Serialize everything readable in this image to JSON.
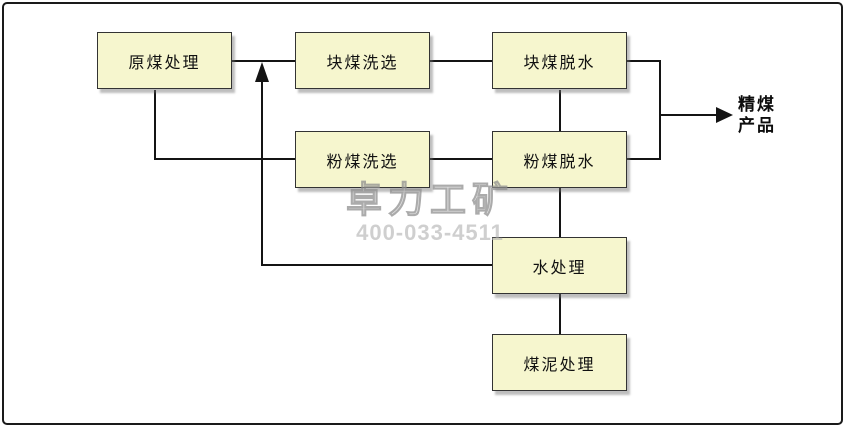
{
  "diagram": {
    "type": "flowchart",
    "nodes": {
      "raw_coal": {
        "label": "原煤处理"
      },
      "lump_wash": {
        "label": "块煤洗选"
      },
      "lump_dewater": {
        "label": "块煤脱水"
      },
      "fine_wash": {
        "label": "粉煤洗选"
      },
      "fine_dewater": {
        "label": "粉煤脱水"
      },
      "water_treat": {
        "label": "水处理"
      },
      "slime_treat": {
        "label": "煤泥处理"
      }
    },
    "output": {
      "line1": "精煤",
      "line2": "产品"
    },
    "edges": [
      {
        "from": "raw_coal",
        "to": "lump_wash"
      },
      {
        "from": "raw_coal",
        "to": "fine_wash"
      },
      {
        "from": "lump_wash",
        "to": "lump_dewater"
      },
      {
        "from": "fine_wash",
        "to": "fine_dewater"
      },
      {
        "from": "lump_dewater",
        "to": "fine_dewater"
      },
      {
        "from": "lump_dewater",
        "to": "精煤产品",
        "arrow": true
      },
      {
        "from": "fine_dewater",
        "to": "精煤产品",
        "arrow": true
      },
      {
        "from": "fine_dewater",
        "to": "water_treat"
      },
      {
        "from": "water_treat",
        "to": "raw_coal_stream",
        "arrow": true
      },
      {
        "from": "water_treat",
        "to": "slime_treat"
      }
    ],
    "watermark": {
      "brand": "卓力工矿",
      "phone": "400-033-4511"
    },
    "colors": {
      "node_fill": "#f6f6ce",
      "node_border": "#333333",
      "connector": "#141414",
      "watermark": "#a9a9a9",
      "frame_border": "#1a1a1a"
    }
  }
}
